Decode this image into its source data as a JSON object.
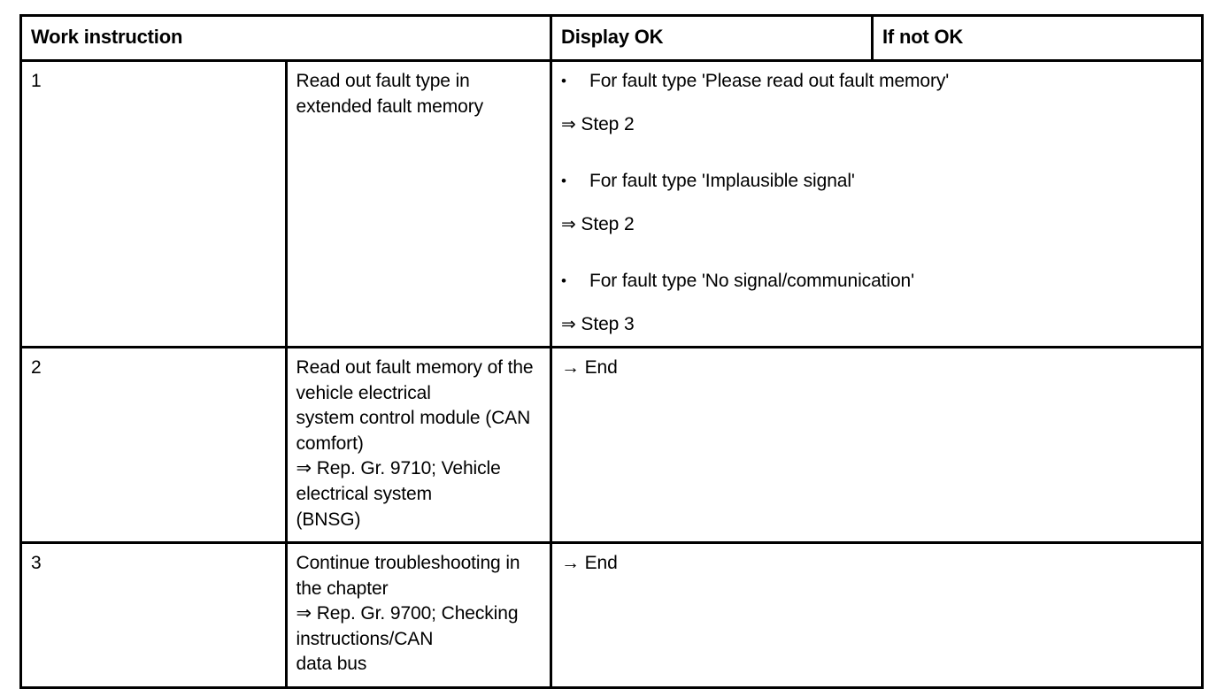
{
  "table": {
    "headers": {
      "work_instruction": "Work instruction",
      "display_ok": "Display OK",
      "if_not_ok": "If not OK"
    },
    "rows": [
      {
        "number": "1",
        "instruction": "Read out fault type in extended fault memory",
        "display_ok_bullets": [
          {
            "bullet": "•",
            "text": "For fault type 'Please read out fault memory'",
            "arrow": "⇒",
            "result": "Step 2"
          },
          {
            "bullet": "•",
            "text": "For fault type 'Implausible signal'",
            "arrow": "⇒",
            "result": "Step 2"
          },
          {
            "bullet": "•",
            "text": "For fault type 'No signal/communication'",
            "arrow": "⇒",
            "result": "Step 3"
          }
        ]
      },
      {
        "number": "2",
        "instruction": "Read out fault memory of the vehicle electrical\nsystem control module (CAN comfort)\n⇒ Rep. Gr. 9710; Vehicle electrical system\n(BNSG)",
        "display_ok": "→ End"
      },
      {
        "number": "3",
        "instruction": "Continue troubleshooting in the chapter\n⇒ Rep. Gr. 9700; Checking instructions/CAN\ndata bus",
        "display_ok": "→ End"
      }
    ]
  },
  "colors": {
    "border": "#000000",
    "text": "#000000",
    "background": "#ffffff"
  }
}
